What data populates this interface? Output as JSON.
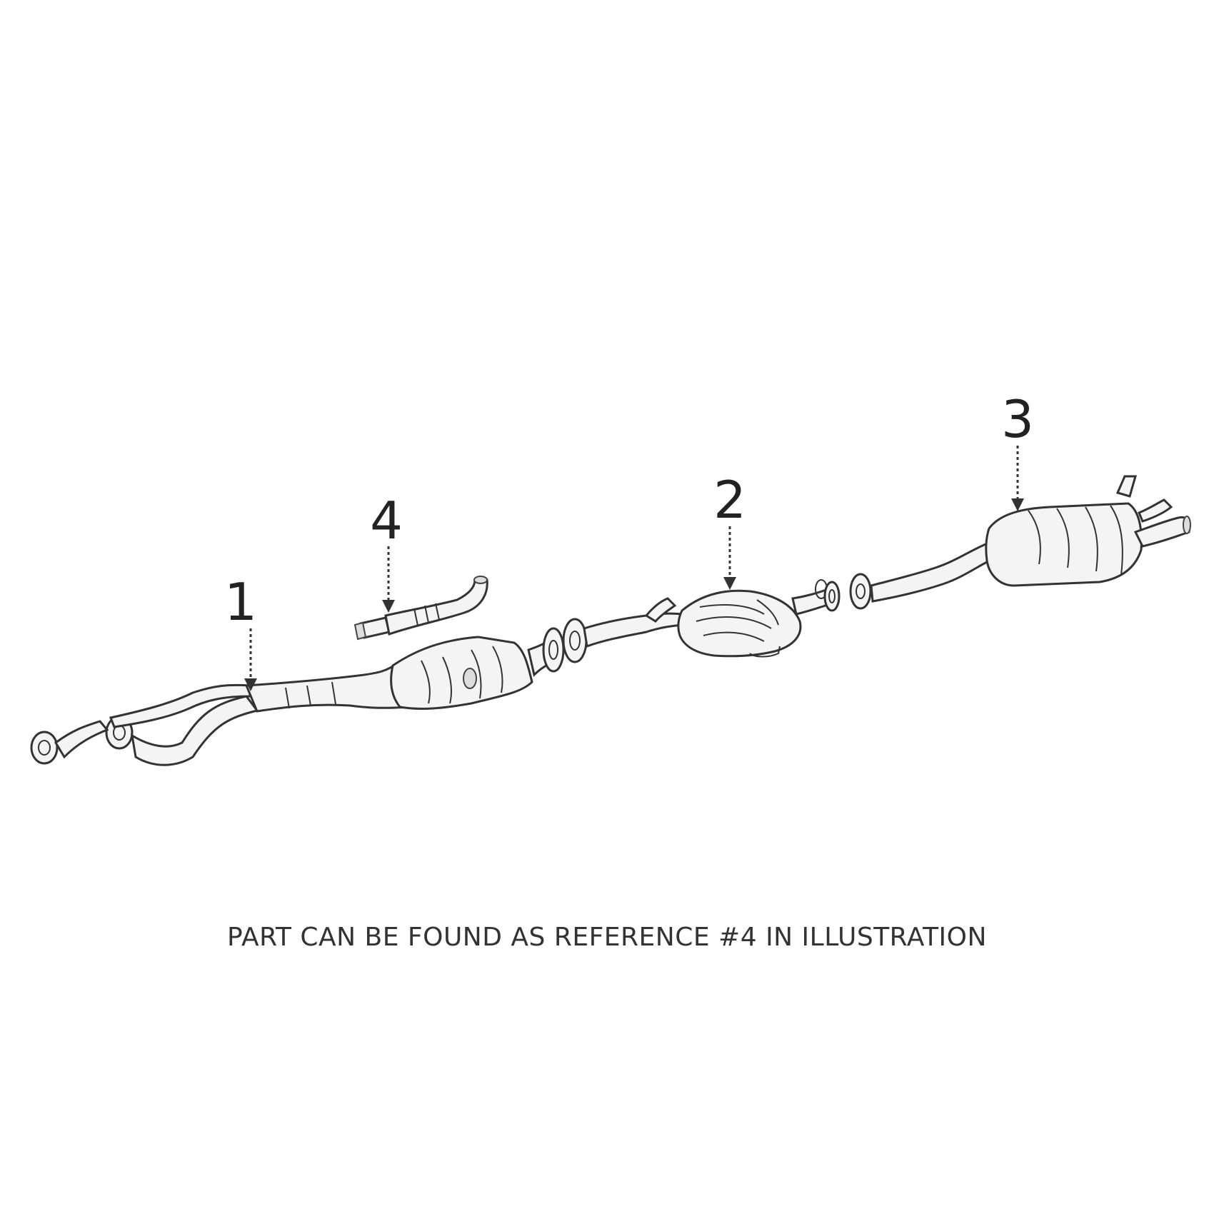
{
  "references": [
    {
      "id": "ref-1",
      "number": "1"
    },
    {
      "id": "ref-2",
      "number": "2"
    },
    {
      "id": "ref-3",
      "number": "3"
    },
    {
      "id": "ref-4",
      "number": "4"
    }
  ],
  "caption": "PART CAN BE FOUND AS REFERENCE #4 IN ILLUSTRATION",
  "colors": {
    "line": "#333333",
    "background": "#ffffff"
  }
}
